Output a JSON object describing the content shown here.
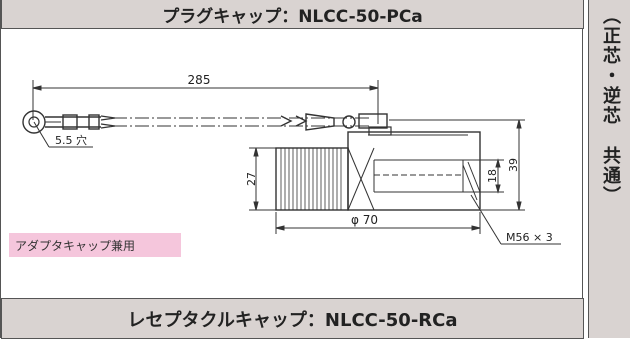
{
  "titles": {
    "top": "プラグキャップ：NLCC-50-PCa",
    "bottom": "レセプタクルキャップ：NLCC-50-RCa"
  },
  "side_label": "（正芯・逆芯　共通）",
  "tag_label": "アダプタキャップ兼用",
  "dimensions": {
    "length": "285",
    "hole": "5.5 穴",
    "height_left": "27",
    "height_right": "39",
    "inner_height": "18",
    "diameter": "φ 70",
    "thread": "M56 × 3"
  }
}
